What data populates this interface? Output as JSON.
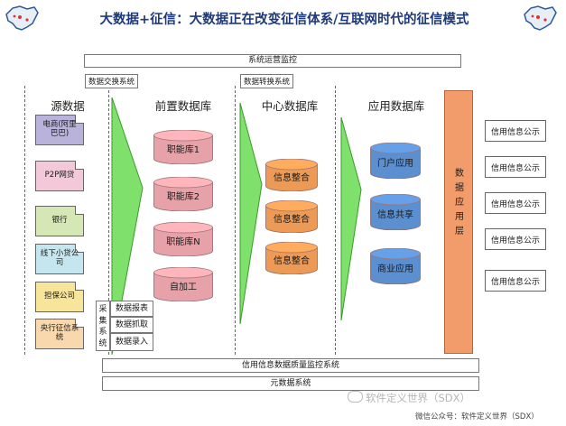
{
  "title": "大数据+征信：大数据正在改变征信体系/互联网时代的征信模式",
  "top_bar": "系统运营监控",
  "exchange_label": "数据交换系统",
  "convert_label": "数据转换系统",
  "sections": {
    "source": "源数据",
    "front": "前置数据库",
    "center": "中心数据库",
    "app": "应用数据库"
  },
  "sources": [
    "电商(阿里巴巴)",
    "P2P网贷",
    "银行",
    "线下小贷公司",
    "担保公司",
    "央行征信系统"
  ],
  "front_dbs": [
    "职能库1",
    "职能库2",
    "职能库N",
    "自加工"
  ],
  "center_dbs": [
    "信息整合",
    "信息整合",
    "信息整合"
  ],
  "app_dbs": [
    "门户应用",
    "信息共享",
    "商业应用"
  ],
  "app_layer": "数据应用层",
  "outputs": [
    "信用信息公示",
    "信用信息公示",
    "信用信息公示",
    "信用信息公示",
    "信用信息公示"
  ],
  "collection": {
    "label": "采集系统",
    "items": [
      "数据报表",
      "数据抓取",
      "数据录入"
    ]
  },
  "bottom_bars": [
    "信用信息数据质量监控系统",
    "元数据系统"
  ],
  "watermark": "软件定义世界（SDX）",
  "footer": "微信公众号：软件定义世界（SDX）",
  "colors": {
    "source_fills": [
      "#b9b3dc",
      "#f3c9d9",
      "#d6e7b6",
      "#c5e6ef",
      "#f6e59a",
      "#f9d8ad"
    ],
    "front_db": "#e6a2a8",
    "center_db": "#ec9a55",
    "app_db": "#5b8fcf",
    "app_layer": "#f29c6b",
    "arrow": "#7fe06b",
    "title": "#1f3a7a"
  }
}
